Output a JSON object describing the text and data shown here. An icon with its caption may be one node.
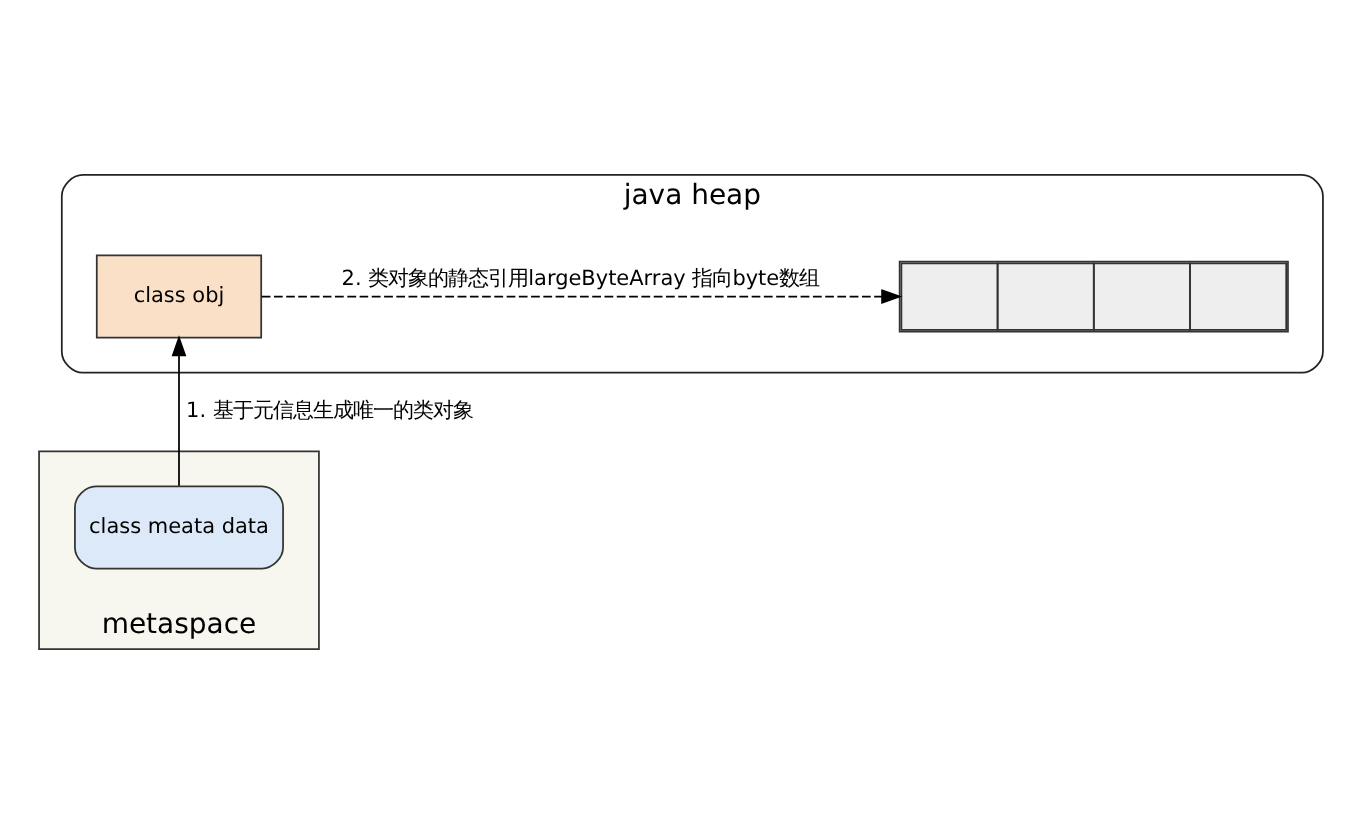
{
  "diagram": {
    "nodes": [
      {
        "text": [
          "java heap"
        ]
      },
      {
        "text": [],
        "shape": "bar",
        "in": 0
      },
      {
        "text": [
          "class obj"
        ],
        "in": 0
      },
      {
        "text": [
          "metaspace"
        ]
      },
      {
        "text": [
          "class meata data"
        ],
        "in": 3
      }
    ],
    "edges": [
      {
        "from": 2,
        "to": 1,
        "arrow": "to",
        "style": "dashed",
        "label": "2. 类对象的静态引用largeByteArray 指向byte数组"
      },
      {
        "from": 4,
        "to": 2,
        "arrow": "to",
        "label": "1. 基于元信息生成唯一的类对象"
      }
    ]
  }
}
